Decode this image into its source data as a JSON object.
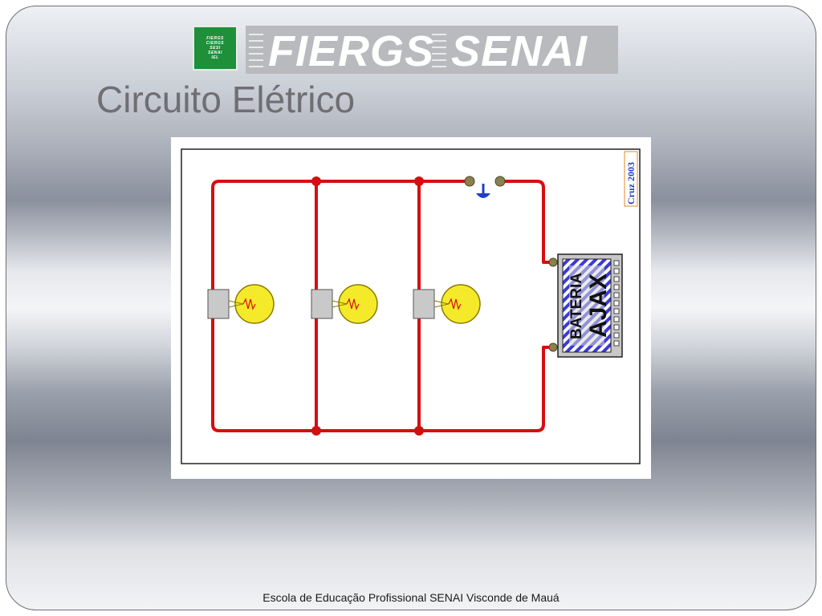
{
  "logo": {
    "seal_lines": [
      "FIERGS",
      "CIERGS",
      "SESI",
      "SENAI",
      "IEL"
    ],
    "word_left": "FIERGS",
    "word_right": "SENAI"
  },
  "slide": {
    "title": "Circuito Elétrico",
    "footer": "Escola de Educação Profissional SENAI Visconde de Mauá"
  },
  "diagram": {
    "credit": "Cruz 2003",
    "battery_line1": "BATERIA",
    "battery_line2": "AJAX",
    "lamp_count": 3,
    "colors": {
      "wire": "#d40f0f",
      "lamp": "#f5ea2a",
      "battery_stripe": "#3a3ad6",
      "battery_body": "#c7c7c7",
      "switch": "#1f3fc8",
      "terminal": "#8c8050"
    }
  }
}
